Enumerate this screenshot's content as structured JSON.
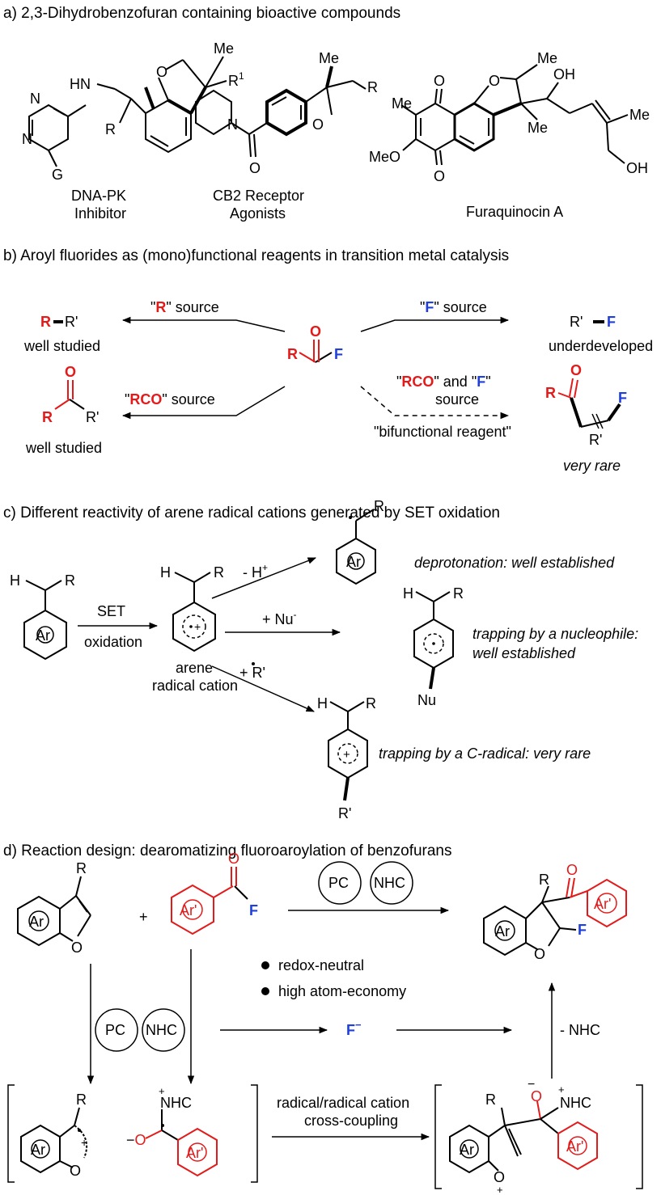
{
  "colors": {
    "red": "#e41a1a",
    "blue": "#1f3fdc",
    "black": "#000000"
  },
  "panel_a": {
    "title": "a) 2,3-Dihydrobenzofuran containing bioactive compounds",
    "c1": {
      "me": "Me",
      "r1": "R",
      "r1sup": "1",
      "hn": "HN",
      "r": "R",
      "n": "N",
      "g": "G",
      "o": "O",
      "name1": "DNA-PK",
      "name2": "Inhibitor"
    },
    "c2": {
      "me": "Me",
      "r": "R",
      "n": "N",
      "o": "O",
      "o2": "O",
      "name1": "CB2 Receptor",
      "name2": "Agonists"
    },
    "c3": {
      "o_top": "O",
      "o_bot": "O",
      "o_ring": "O",
      "me": "Me",
      "meo": "MeO",
      "me2": "Me",
      "me3": "Me",
      "oh": "OH",
      "oh2": "OH",
      "me4": "Me",
      "name": "Furaquinocin A"
    }
  },
  "panel_b": {
    "title": "b) Aroyl fluorides as (mono)functional reagents in transition metal catalysis",
    "center": {
      "o": "O",
      "r": "R",
      "f": "F"
    },
    "tl": {
      "r": "R",
      "rp": "R'",
      "q1": "\"",
      "src": "R",
      "q2": "\" source",
      "note": "well studied"
    },
    "bl": {
      "o": "O",
      "r": "R",
      "rp": "R'",
      "q1": "\"",
      "src": "RCO",
      "q2": "\" source",
      "note": "well studied"
    },
    "tr": {
      "rp": "R'",
      "f": "F",
      "q1": "\"",
      "src": "F",
      "q2": "\" source",
      "note": "underdeveloped"
    },
    "br": {
      "q1": "\"",
      "src1": "RCO",
      "mid": "\" and \"",
      "src2": "F",
      "q3": "\"",
      "line2": "source",
      "bif": "\"bifunctional reagent\"",
      "o": "O",
      "r": "R",
      "f": "F",
      "rp": "R'",
      "note": "very rare"
    }
  },
  "panel_c": {
    "title": "c) Different reactivity of arene radical cations generated by SET oxidation",
    "sm": {
      "h": "H",
      "r": "R",
      "ar": "Ar"
    },
    "arrow_top": "SET",
    "arrow_bot": "oxidation",
    "mid": {
      "h": "H",
      "r": "R",
      "label1": "arene",
      "label2": "radical cation"
    },
    "up": {
      "reagent": "- H",
      "sup": "+",
      "r": "R",
      "ar": "Ar",
      "note": "deprotonation: well established"
    },
    "nu": {
      "reagent": "+ Nu",
      "sup": "-",
      "h": "H",
      "r": "R",
      "nu": "Nu",
      "note1": "trapping by a nucleophile:",
      "note2": "well established"
    },
    "rad": {
      "reagent": "+ ",
      "rp": "R'",
      "h": "H",
      "r": "R",
      "rp2": "R'",
      "note": "trapping by a C-radical: very rare"
    }
  },
  "panel_d": {
    "title": "d) Reaction design: dearomatizing fluoroaroylation of benzofurans",
    "sm1": {
      "r": "R",
      "ar": "Ar",
      "o": "O"
    },
    "plus": "+",
    "sm2": {
      "arp": "Ar'",
      "o": "O",
      "f": "F"
    },
    "cat": {
      "pc": "PC",
      "nhc": "NHC"
    },
    "prod": {
      "r": "R",
      "o": "O",
      "ar": "Ar",
      "o2": "O",
      "f": "F",
      "arp": "Ar'"
    },
    "bullets": [
      "redox-neutral",
      "high atom-economy"
    ],
    "fminus": "F",
    "fminus_sup": "−",
    "minus_nhc": "- NHC",
    "int1": {
      "r": "R",
      "ar": "Ar",
      "o": "O",
      "plus": "+",
      "nhc": "NHC",
      "nhc_plus": "+",
      "ominus": "−",
      "arp": "Ar'"
    },
    "coupling1": "radical/radical cation",
    "coupling2": "cross-coupling",
    "int2": {
      "ominus": "−",
      "o": "O",
      "nhc_plus": "+",
      "nhc": "NHC",
      "r": "R",
      "ar": "Ar",
      "oplus": "O",
      "plus": "+",
      "arp": "Ar'"
    }
  }
}
